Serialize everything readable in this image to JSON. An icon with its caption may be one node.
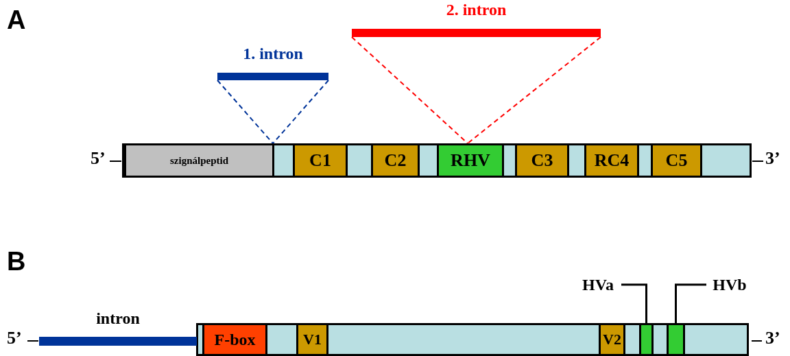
{
  "diagram": {
    "nodes": [
      {
        "text": [],
        "shape": "bar"
      },
      {
        "text": [
          "szignálpeptid"
        ],
        "in": 0
      },
      {
        "text": [
          "C1"
        ],
        "in": 0
      },
      {
        "text": [
          "C2"
        ],
        "in": 0
      },
      {
        "text": [
          "RHV"
        ],
        "in": 0
      },
      {
        "text": [
          "C3"
        ],
        "in": 0
      },
      {
        "text": [
          "RC4"
        ],
        "in": 0
      },
      {
        "text": [
          "C5"
        ],
        "in": 0
      },
      {
        "text": [
          "1. intron"
        ]
      },
      {
        "text": [
          "2. intron"
        ]
      },
      {
        "text": [],
        "shape": "bar"
      },
      {
        "text": [
          "F-box"
        ],
        "in": 10
      },
      {
        "text": [
          "V1"
        ],
        "in": 10
      },
      {
        "text": [
          "V2"
        ],
        "in": 10
      },
      {
        "text": [],
        "shape": "box",
        "in": 10
      },
      {
        "text": [],
        "shape": "box",
        "in": 10
      },
      {
        "text": [
          "intron"
        ]
      },
      {
        "text": [
          "HVa"
        ]
      },
      {
        "text": [
          "HVb"
        ]
      }
    ],
    "edges": [
      {
        "from": 8,
        "to": 0,
        "arrow": "none",
        "style": "dashed",
        "color": "#003399"
      },
      {
        "from": 8,
        "to": 0,
        "arrow": "none",
        "style": "dashed",
        "color": "#003399"
      },
      {
        "from": 9,
        "to": 0,
        "arrow": "none",
        "style": "dashed",
        "color": "#ff0000"
      },
      {
        "from": 9,
        "to": 0,
        "arrow": "none",
        "style": "dashed",
        "color": "#ff0000"
      },
      {
        "from": 17,
        "to": 14,
        "arrow": "none",
        "color": "#000000"
      },
      {
        "from": 18,
        "to": 15,
        "arrow": "none",
        "color": "#000000"
      }
    ],
    "labels": [
      "A",
      "5’",
      "3’",
      "B",
      "5’",
      "3’"
    ]
  }
}
